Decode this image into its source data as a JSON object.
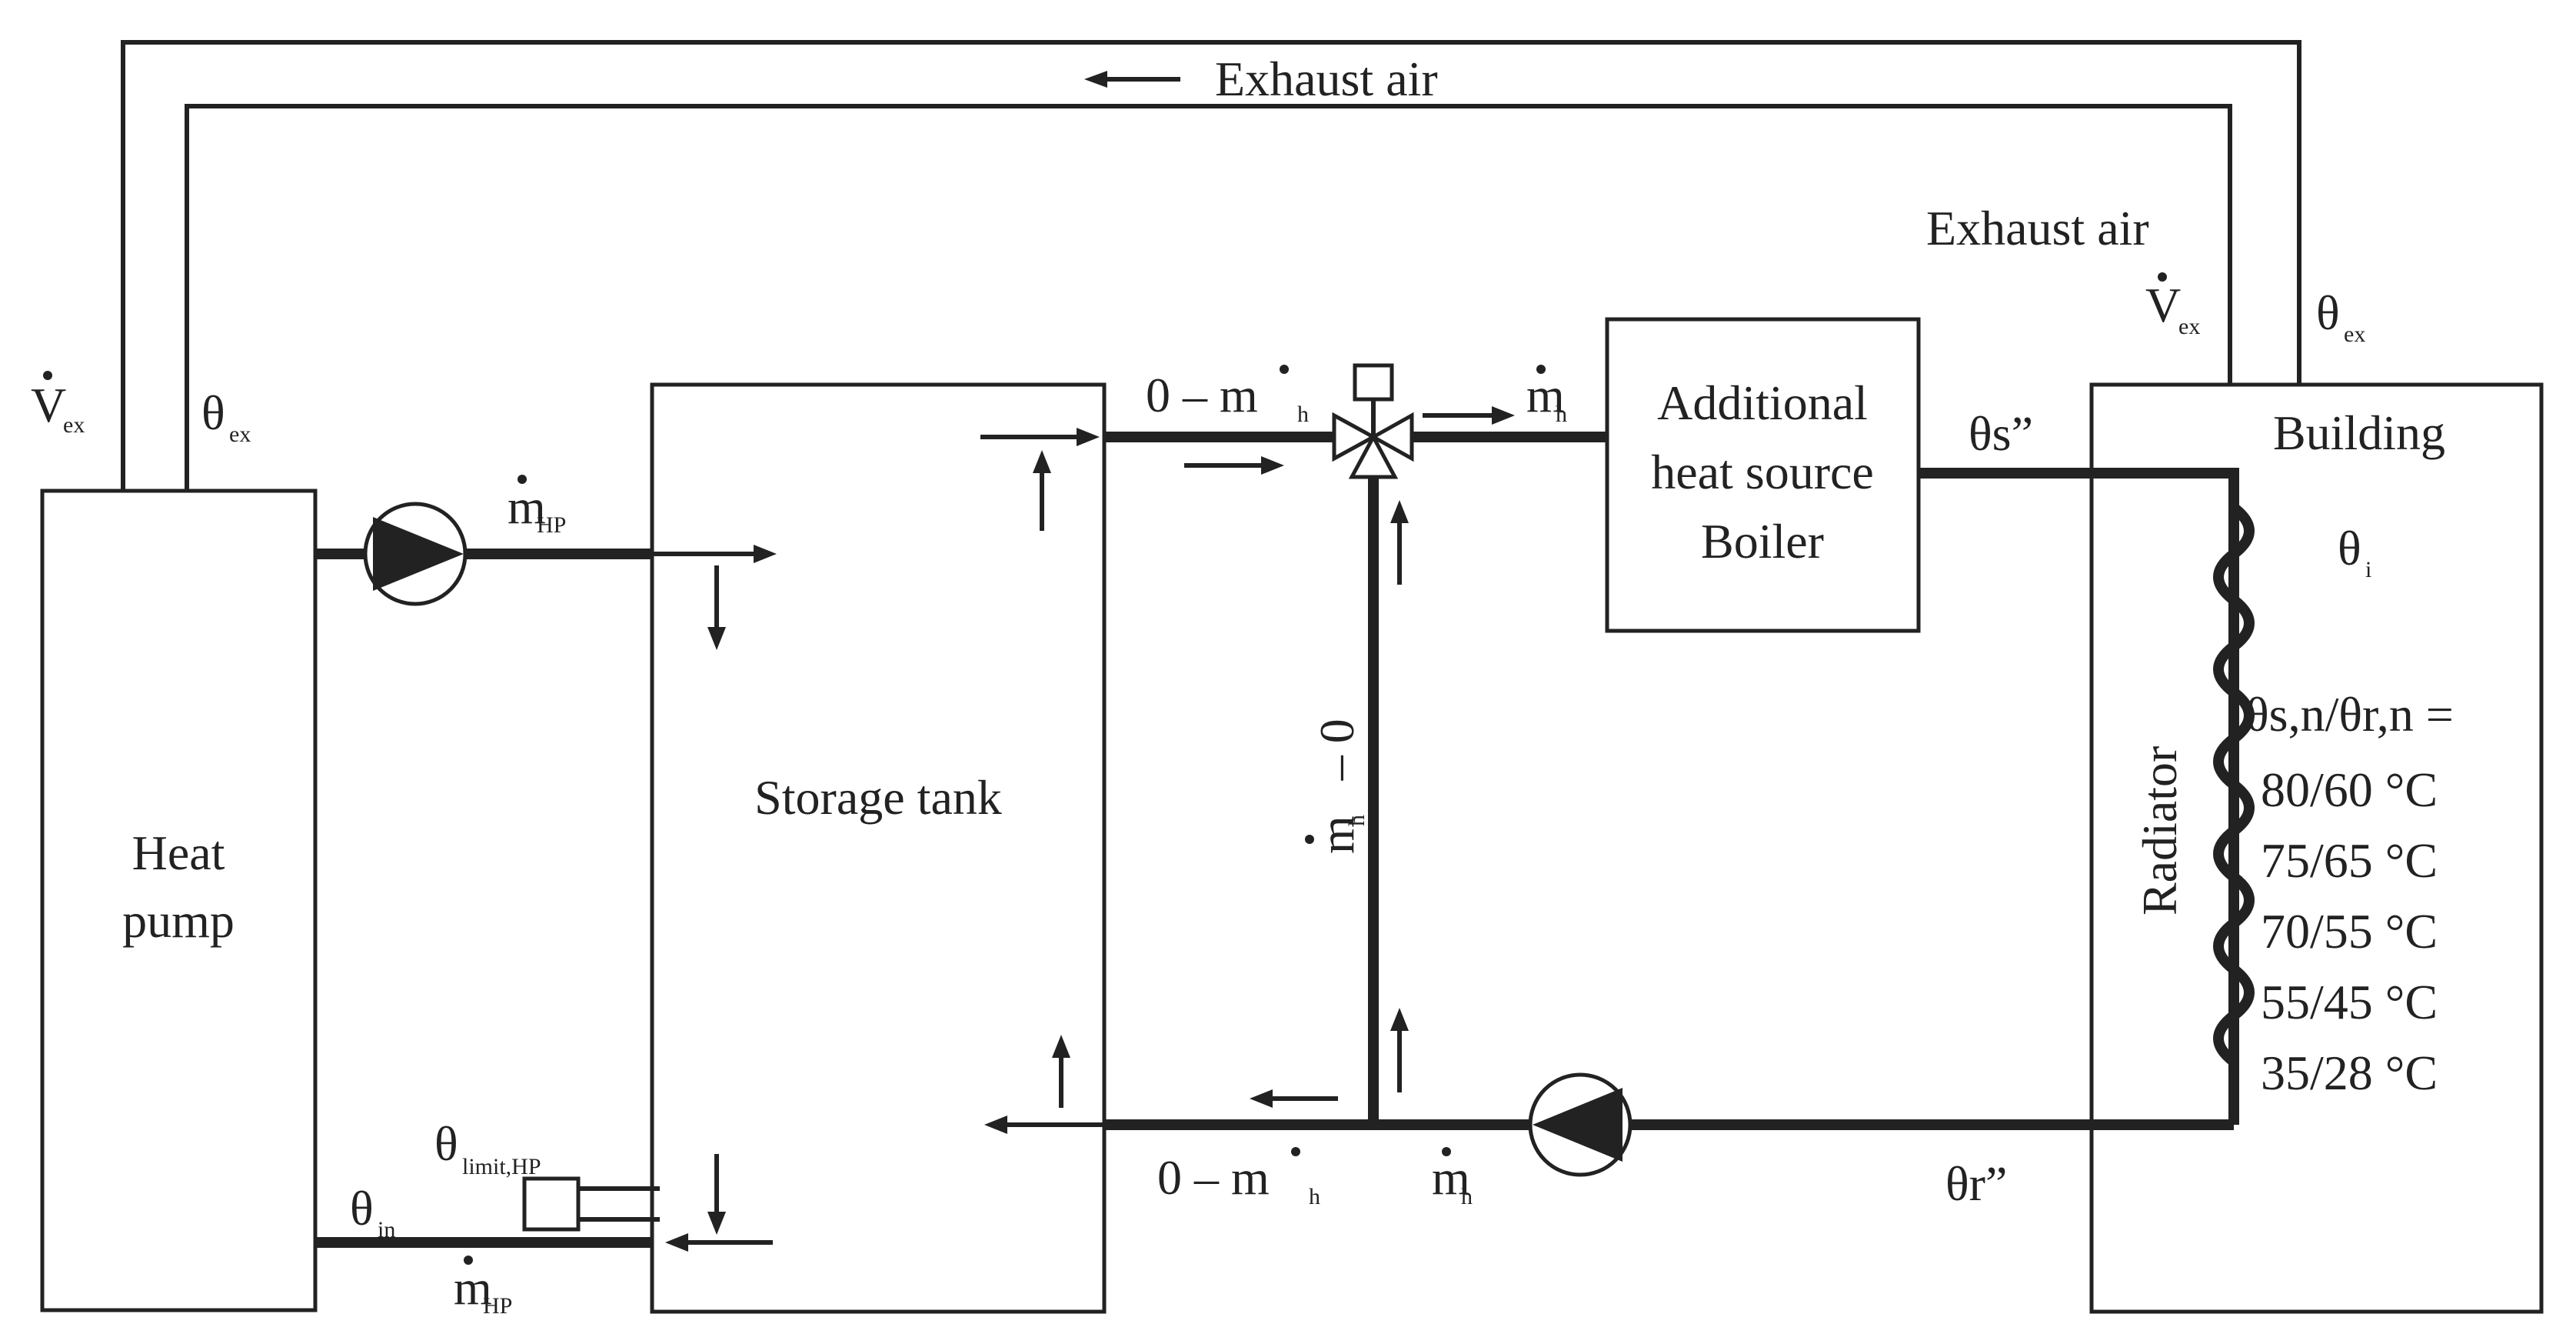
{
  "labels": {
    "exhaust_air_top": "Exhaust air",
    "exhaust_air_right": "Exhaust air",
    "heat_pump_line1": "Heat",
    "heat_pump_line2": "pump",
    "storage_tank": "Storage tank",
    "boiler_line1": "Additional",
    "boiler_line2": "heat source",
    "boiler_line3": "Boiler",
    "building": "Building",
    "radiator": "Radiator",
    "design_temps_title": "θs,n/θr,n =",
    "design_temps": [
      "80/60 °C",
      "75/65 °C",
      "70/55 °C",
      "55/45 °C",
      "35/28 °C"
    ]
  },
  "symbols": {
    "v_ex": "V",
    "v_ex_sub": "ex",
    "theta": "θ",
    "theta_ex_sub": "ex",
    "theta_in_sub": "in",
    "theta_limit_sub": "limit,HP",
    "theta_i_sub": "i",
    "theta_s": "θs”",
    "theta_r": "θr”",
    "m": "m",
    "m_hp_sub": "HP",
    "m_h_sub": "h",
    "zero_minus": "0 – ",
    "minus_zero": " – 0"
  }
}
